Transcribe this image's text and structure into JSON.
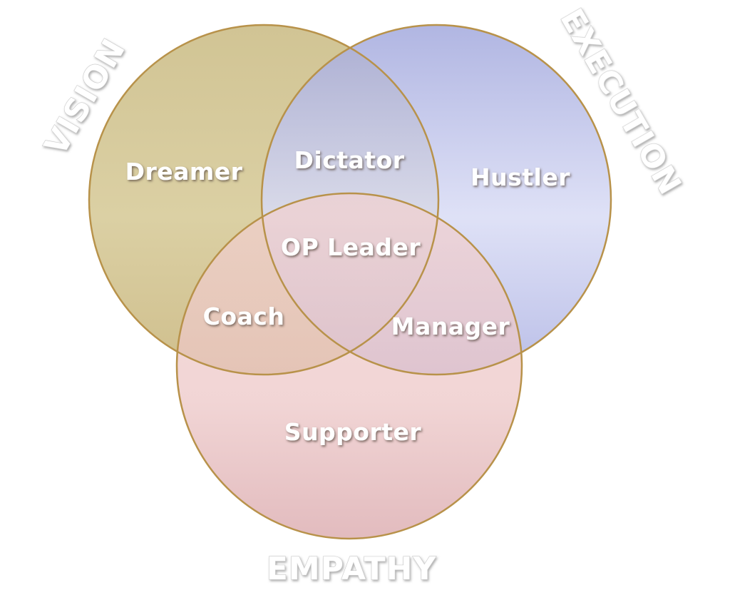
{
  "diagram": {
    "type": "venn",
    "sets": [
      {
        "name": "vision",
        "label": "VISION",
        "color": "#cfc18a"
      },
      {
        "name": "execution",
        "label": "EXECUTION",
        "color": "#aab0e4"
      },
      {
        "name": "empathy",
        "label": "EMPATHY",
        "color": "#e8b6b8"
      }
    ],
    "regions": {
      "vision_only": "Dreamer",
      "execution_only": "Hustler",
      "empathy_only": "Supporter",
      "vision_execution": "Dictator",
      "vision_empathy": "Coach",
      "execution_empathy": "Manager",
      "all_three": "OP Leader"
    },
    "edge_color": "#b8924a"
  }
}
